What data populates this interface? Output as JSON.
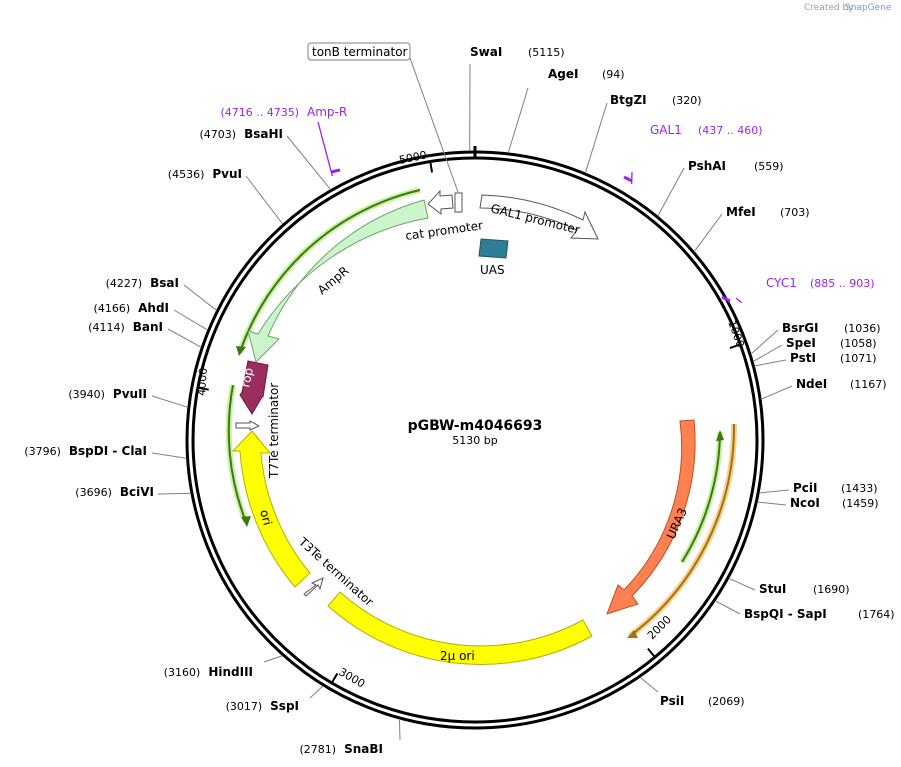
{
  "credit": {
    "prefix": "Created by",
    "brand": "SnapGene"
  },
  "plasmid": {
    "name": "pGBW-m4046693",
    "length_label": "5130 bp",
    "length": 5130
  },
  "tick_labels": [
    "1000",
    "2000",
    "3000",
    "4000",
    "5000"
  ],
  "sites": [
    {
      "name": "SwaI",
      "pos_label": "(5115)",
      "bp": 5115
    },
    {
      "name": "AgeI",
      "pos_label": "(94)",
      "bp": 94
    },
    {
      "name": "BtgZI",
      "pos_label": "(320)",
      "bp": 320
    },
    {
      "name": "PshAI",
      "pos_label": "(559)",
      "bp": 559
    },
    {
      "name": "MfeI",
      "pos_label": "(703)",
      "bp": 703
    },
    {
      "name": "BsrGI",
      "pos_label": "(1036)",
      "bp": 1036
    },
    {
      "name": "SpeI",
      "pos_label": "(1058)",
      "bp": 1058
    },
    {
      "name": "PstI",
      "pos_label": "(1071)",
      "bp": 1071
    },
    {
      "name": "NdeI",
      "pos_label": "(1167)",
      "bp": 1167
    },
    {
      "name": "PciI",
      "pos_label": "(1433)",
      "bp": 1433
    },
    {
      "name": "NcoI",
      "pos_label": "(1459)",
      "bp": 1459
    },
    {
      "name": "StuI",
      "pos_label": "(1690)",
      "bp": 1690
    },
    {
      "name": "BspQI  - SapI",
      "pos_label": "(1764)",
      "bp": 1764
    },
    {
      "name": "PsiI",
      "pos_label": "(2069)",
      "bp": 2069
    },
    {
      "name": "SnaBI",
      "pos_label": "(2781)",
      "bp": 2781
    },
    {
      "name": "SspI",
      "pos_label": "(3017)",
      "bp": 3017
    },
    {
      "name": "HindIII",
      "pos_label": "(3160)",
      "bp": 3160
    },
    {
      "name": "BciVI",
      "pos_label": "(3696)",
      "bp": 3696
    },
    {
      "name": "BspDI  - ClaI",
      "pos_label": "(3796)",
      "bp": 3796
    },
    {
      "name": "PvuII",
      "pos_label": "(3940)",
      "bp": 3940
    },
    {
      "name": "BanI",
      "pos_label": "(4114)",
      "bp": 4114
    },
    {
      "name": "AhdI",
      "pos_label": "(4166)",
      "bp": 4166
    },
    {
      "name": "BsaI",
      "pos_label": "(4227)",
      "bp": 4227
    },
    {
      "name": "PvuI",
      "pos_label": "(4536)",
      "bp": 4536
    },
    {
      "name": "BsaHI",
      "pos_label": "(4703)",
      "bp": 4703
    }
  ],
  "primers": [
    {
      "name": "GAL1",
      "range_label": "(437 .. 460)",
      "start": 437,
      "end": 460
    },
    {
      "name": "CYC1",
      "range_label": "(885 .. 903)",
      "start": 885,
      "end": 903
    },
    {
      "name": "Amp-R",
      "range_label": "(4716 .. 4735)",
      "start": 4716,
      "end": 4735
    }
  ],
  "terminator_box": {
    "label": "tonB terminator"
  },
  "features": [
    {
      "name": "GAL1 promoter",
      "type": "promoter",
      "color": "#ffffff"
    },
    {
      "name": "UAS",
      "type": "misc",
      "color": "#2e7f96"
    },
    {
      "name": "cat promoter",
      "type": "promoter",
      "color": "#ffffff"
    },
    {
      "name": "AmpR",
      "type": "cds",
      "color": "#ccf5cc"
    },
    {
      "name": "rop",
      "type": "cds",
      "color": "#9b2d5f"
    },
    {
      "name": "T7Te terminator",
      "type": "terminator",
      "color": "#ffffff"
    },
    {
      "name": "ori",
      "type": "rep_origin",
      "color": "#ffff00"
    },
    {
      "name": "T3Te terminator",
      "type": "terminator",
      "color": "#ffffff"
    },
    {
      "name": "2μ ori",
      "type": "rep_origin",
      "color": "#ffff00"
    },
    {
      "name": "URA3",
      "type": "cds",
      "color": "#ff8050"
    }
  ],
  "colors": {
    "primer": "#a020f0",
    "backbone": "#000000",
    "orf_green": "#3a9a1a",
    "orf_orange": "#e8a030"
  }
}
